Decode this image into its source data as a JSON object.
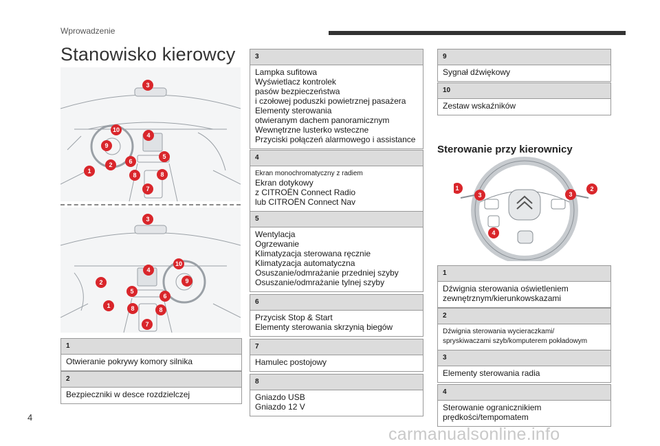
{
  "header": {
    "section": "Wprowadzenie",
    "title": "Stanowisko kierowcy"
  },
  "page_number": "4",
  "watermark": "carmanualsonline.info",
  "left_boxes": [
    {
      "num": "1",
      "lines": [
        "Otwieranie pokrywy komory silnika"
      ]
    },
    {
      "num": "2",
      "lines": [
        "Bezpieczniki w desce rozdzielczej"
      ]
    }
  ],
  "middle_boxes": [
    {
      "num": "3",
      "lines": [
        "Lampka sufitowa",
        "Wyświetlacz kontrolek",
        "pasów bezpieczeństwa",
        "i czołowej poduszki powietrznej pasażera",
        "Elementy sterowania",
        "otwieranym dachem panoramicznym",
        "Wewnętrzne lusterko wsteczne",
        "Przyciski połączeń alarmowego i assistance"
      ]
    },
    {
      "num": "4",
      "lines": [
        "Ekran monochromatyczny z radiem",
        "Ekran dotykowy",
        "z CITROËN Connect Radio",
        "lub CITROËN Connect Nav"
      ]
    },
    {
      "num": "5",
      "lines": [
        "Wentylacja",
        "Ogrzewanie",
        "Klimatyzacja sterowana ręcznie",
        "Klimatyzacja automatyczna",
        "Osuszanie/odmrażanie przedniej szyby",
        "Osuszanie/odmrażanie tylnej szyby"
      ]
    },
    {
      "num": "6",
      "lines": [
        "Przycisk Stop & Start",
        "Elementy sterowania skrzynią biegów"
      ]
    },
    {
      "num": "7",
      "lines": [
        "Hamulec postojowy"
      ]
    },
    {
      "num": "8",
      "lines": [
        "Gniazdo USB",
        "Gniazdo 12 V"
      ]
    }
  ],
  "right_boxes_top": [
    {
      "num": "9",
      "lines": [
        "Sygnał dźwiękowy"
      ]
    },
    {
      "num": "10",
      "lines": [
        "Zestaw wskaźników"
      ]
    }
  ],
  "steering_heading": "Sterowanie przy kierownicy",
  "right_boxes_bottom": [
    {
      "num": "1",
      "lines": [
        "Dźwignia sterowania oświetleniem",
        "zewnętrznym/kierunkowskazami"
      ]
    },
    {
      "num": "2",
      "lines": [
        "Dźwignia sterowania wycieraczkami/",
        "spryskiwaczami szyb/komputerem pokładowym"
      ]
    },
    {
      "num": "3",
      "lines": [
        "Elementy sterowania radia"
      ]
    },
    {
      "num": "4",
      "lines": [
        "Sterowanie ogranicznikiem",
        "prędkości/tempomatem"
      ]
    }
  ],
  "markers_top": [
    "3",
    "10",
    "4",
    "9",
    "5",
    "6",
    "2",
    "1",
    "8",
    "8",
    "7"
  ],
  "markers_bottom": [
    "3",
    "10",
    "4",
    "9",
    "2",
    "5",
    "6",
    "1",
    "8",
    "8",
    "7"
  ],
  "markers_wheel": [
    "1",
    "3",
    "3",
    "2",
    "4"
  ],
  "colors": {
    "marker_red": "#d9262b",
    "header_gray": "#dcdcdc",
    "border": "#999999"
  }
}
